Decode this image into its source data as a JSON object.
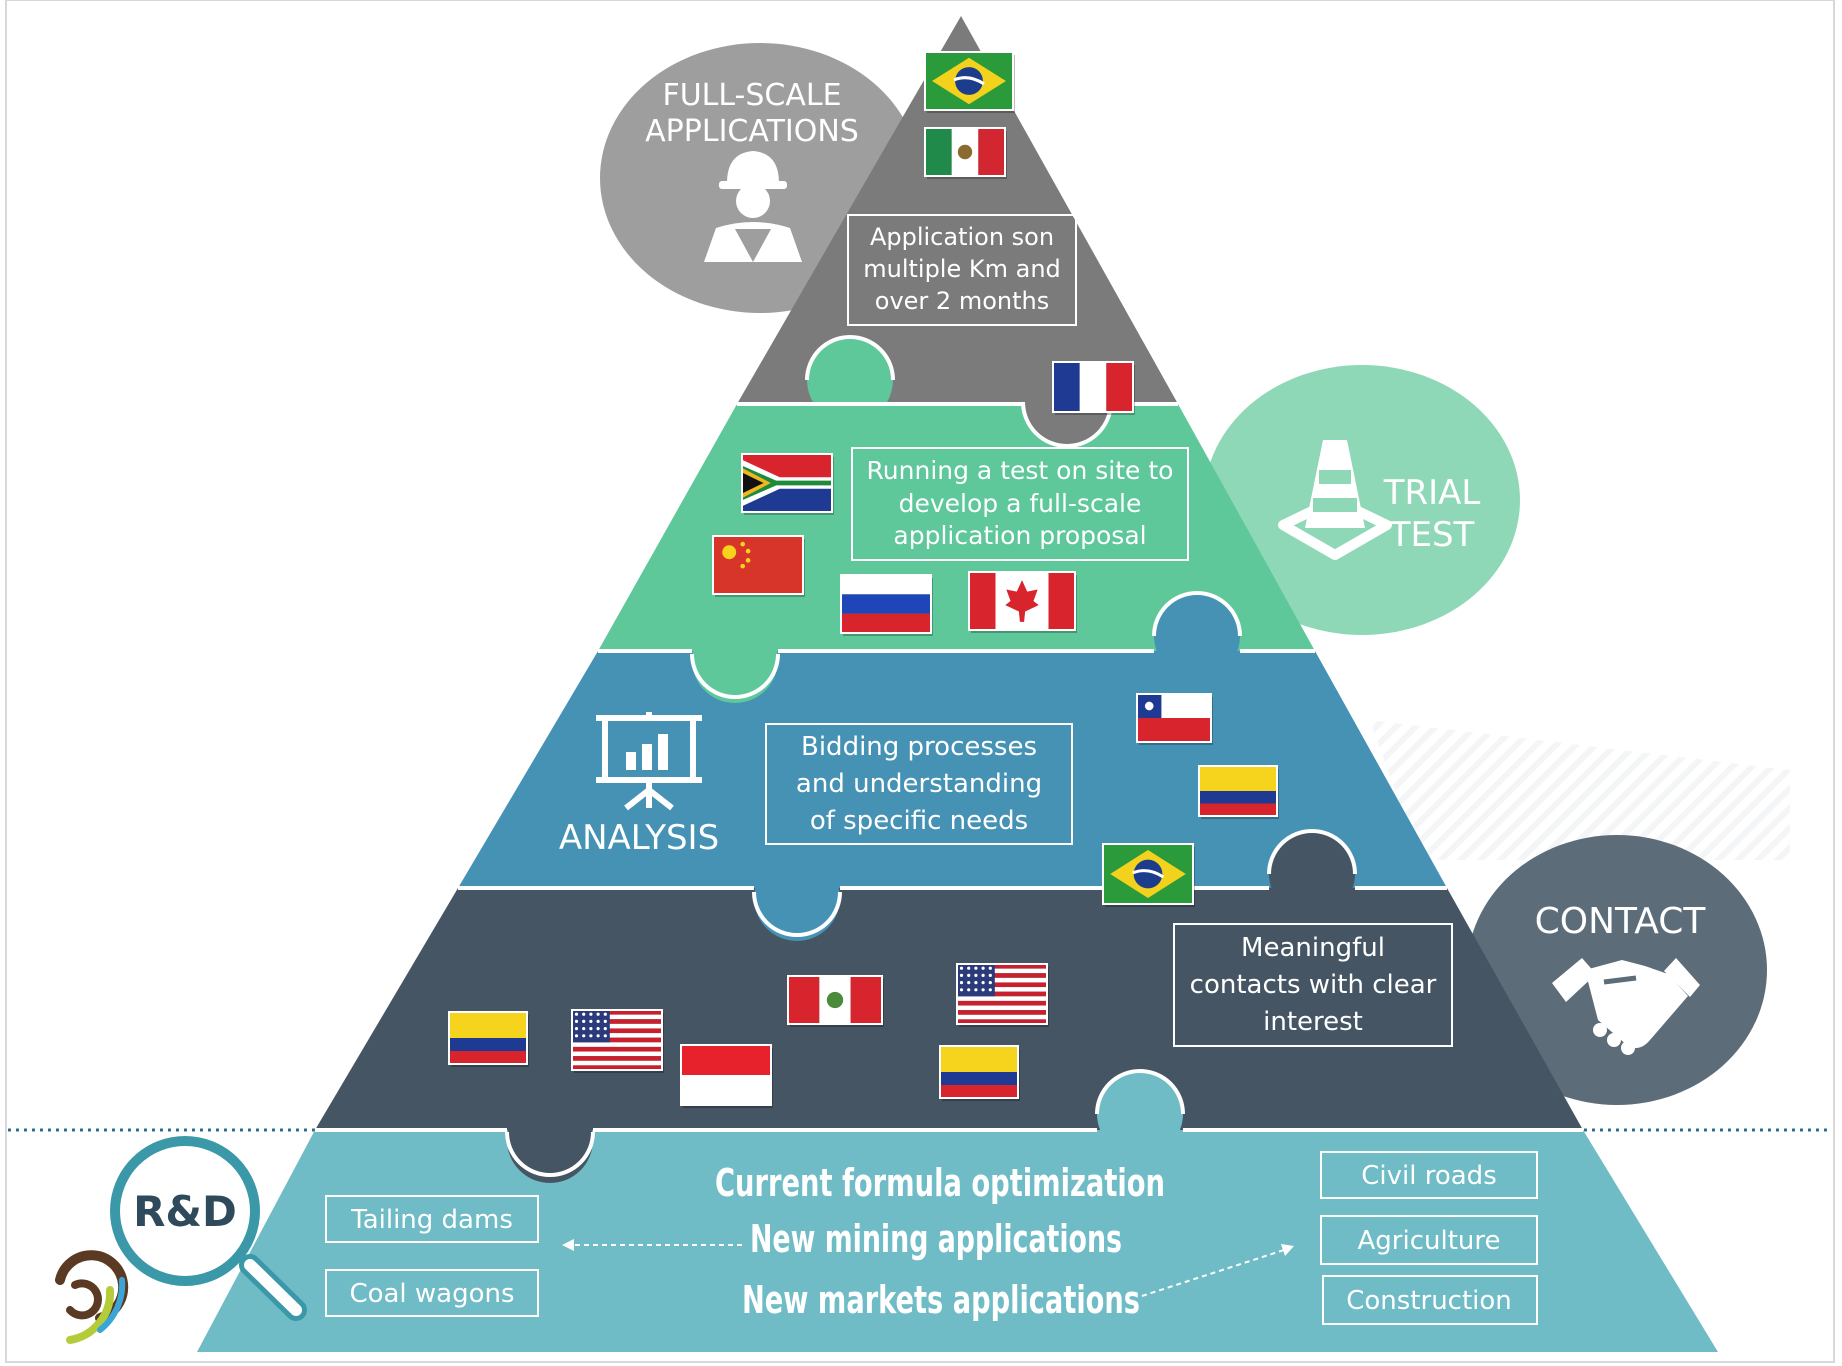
{
  "levels": {
    "full_scale": {
      "bubble_label_line1": "FULL-SCALE",
      "bubble_label_line2": "APPLICATIONS",
      "box_line1": "Application son",
      "box_line2": "multiple Km and",
      "box_line3": "over 2 months",
      "color": "#7b7b7b",
      "bubble_color": "#9e9e9e"
    },
    "trial": {
      "bubble_label_line1": "TRIAL",
      "bubble_label_line2": "TEST",
      "box_line1": "Running a test on site to",
      "box_line2": "develop a full-scale",
      "box_line3": "application proposal",
      "color": "#5ec89b",
      "bubble_color": "#8fd8b7"
    },
    "analysis": {
      "side_label": "ANALYSIS",
      "box_line1": "Bidding processes",
      "box_line2": "and understanding",
      "box_line3": "of specific needs",
      "color": "#4592b5"
    },
    "contact": {
      "bubble_label": "CONTACT",
      "box_line1": "Meaningful",
      "box_line2": "contacts with clear",
      "box_line3": "interest",
      "color": "#455563",
      "bubble_color": "#5c6c78"
    },
    "rnd": {
      "badge_label": "R&D",
      "line1": "Current formula optimization",
      "line2": "New mining applications",
      "line3": "New markets applications",
      "left_items": [
        "Tailing dams",
        "Coal wagons"
      ],
      "right_items": [
        "Civil roads",
        "Agriculture",
        "Construction"
      ],
      "color": "#6fbcc6"
    }
  },
  "flags": {
    "full_scale": [
      "brazil",
      "mexico",
      "france"
    ],
    "trial": [
      "south-africa",
      "china",
      "russia",
      "canada"
    ],
    "analysis": [
      "chile",
      "colombia",
      "brazil"
    ],
    "contact": [
      "colombia",
      "usa",
      "indonesia",
      "peru",
      "usa",
      "colombia"
    ]
  },
  "icons": [
    "worker-icon",
    "traffic-cone-icon",
    "presentation-chart-icon",
    "handshake-icon",
    "magnifier-icon",
    "company-logo-icon"
  ]
}
